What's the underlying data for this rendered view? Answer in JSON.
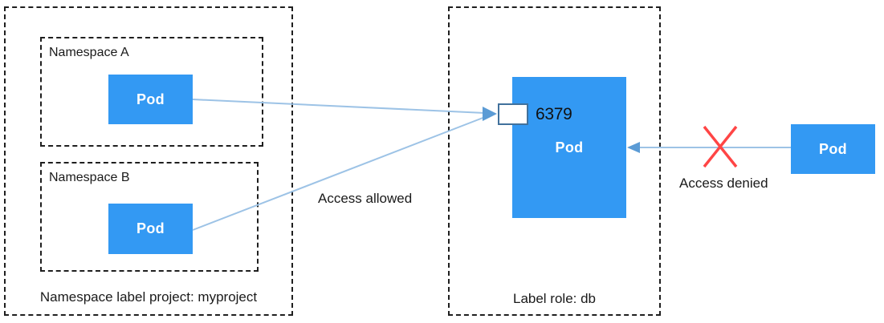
{
  "diagram": {
    "left_group": {
      "caption": "Namespace label project: myproject",
      "namespaces": [
        {
          "name": "Namespace A",
          "pod_label": "Pod"
        },
        {
          "name": "Namespace B",
          "pod_label": "Pod"
        }
      ]
    },
    "center_group": {
      "caption": "Label role: db",
      "pod_label": "Pod",
      "port": "6379"
    },
    "external_pod": {
      "pod_label": "Pod"
    },
    "annotations": {
      "allowed": "Access allowed",
      "denied": "Access denied"
    },
    "colors": {
      "pod_fill": "#3399f3",
      "pod_text": "#ffffff",
      "arrow_line": "#9dc3e6",
      "arrow_head": "#5b9bd5",
      "port_border": "#41719c",
      "denied_x": "#ff4545",
      "dashed_border": "#1f1f1f"
    }
  }
}
